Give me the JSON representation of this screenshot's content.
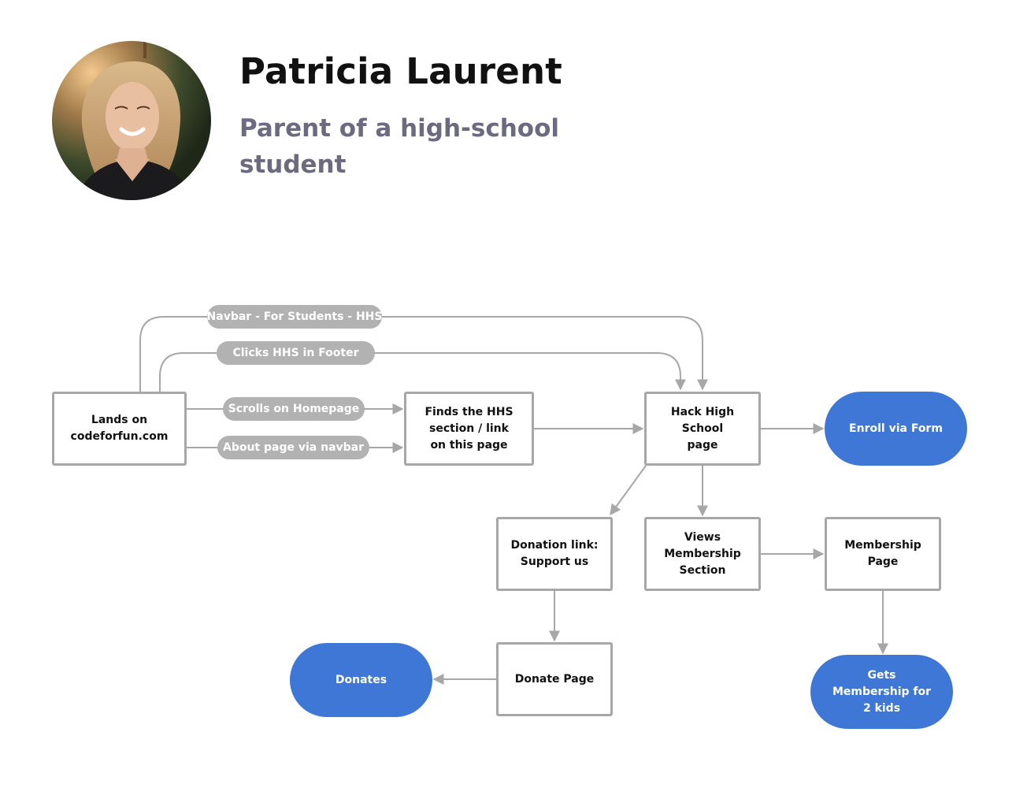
{
  "persona": {
    "name": "Patricia Laurent",
    "role": "Parent of a high-school student"
  },
  "nodes": {
    "lands": "Lands on codeforfun.com",
    "finds": "Finds the HHS section / link on this page",
    "hack": "Hack High School page",
    "donation_link": "Donation link: Support us",
    "views_membership": "Views Membership Section",
    "membership_page": "Membership Page",
    "donate_page": "Donate Page"
  },
  "terminals": {
    "enroll": "Enroll via Form",
    "donates": "Donates",
    "gets_membership": "Gets Membership for 2 kids"
  },
  "edge_labels": {
    "navbar_hhs": "Navbar - For Students - HHS",
    "footer_hhs": "Clicks HHS in Footer",
    "scrolls": "Scrolls on Homepage",
    "about": "About page via navbar"
  },
  "colors": {
    "terminal": "#3e77d6",
    "edge_label": "#b2b2b2",
    "connector": "#a7a7a7"
  }
}
